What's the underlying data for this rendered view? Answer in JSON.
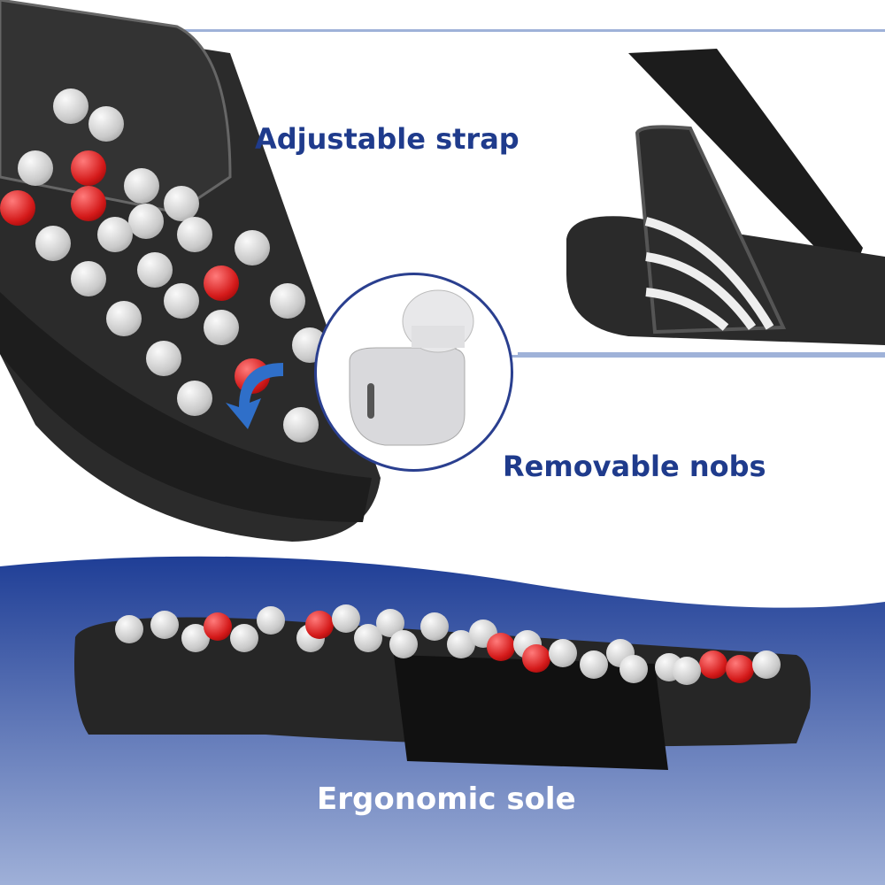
{
  "labels": {
    "strap": "Adjustable strap",
    "nobs": "Removable nobs",
    "sole": "Ergonomic sole"
  },
  "colors": {
    "text_navy": "#1f3b8c",
    "bottom_blue": "#2a4aa0",
    "frame": "#9fb2d8"
  }
}
